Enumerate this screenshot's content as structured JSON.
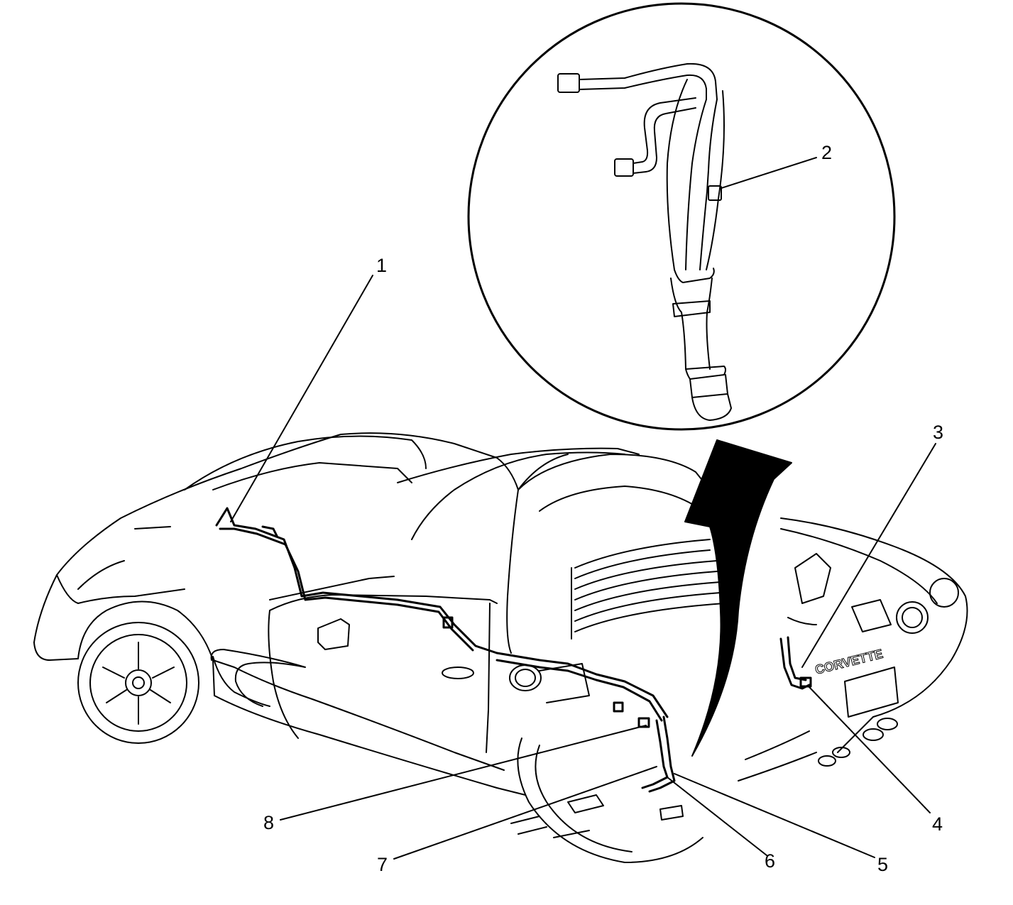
{
  "diagram": {
    "callouts": [
      {
        "num": "1"
      },
      {
        "num": "2"
      },
      {
        "num": "3"
      },
      {
        "num": "4"
      },
      {
        "num": "5"
      },
      {
        "num": "6"
      },
      {
        "num": "7"
      },
      {
        "num": "8"
      }
    ],
    "badge_text": "CORVETTE",
    "line_color": "#000000",
    "background_color": "#ffffff"
  }
}
